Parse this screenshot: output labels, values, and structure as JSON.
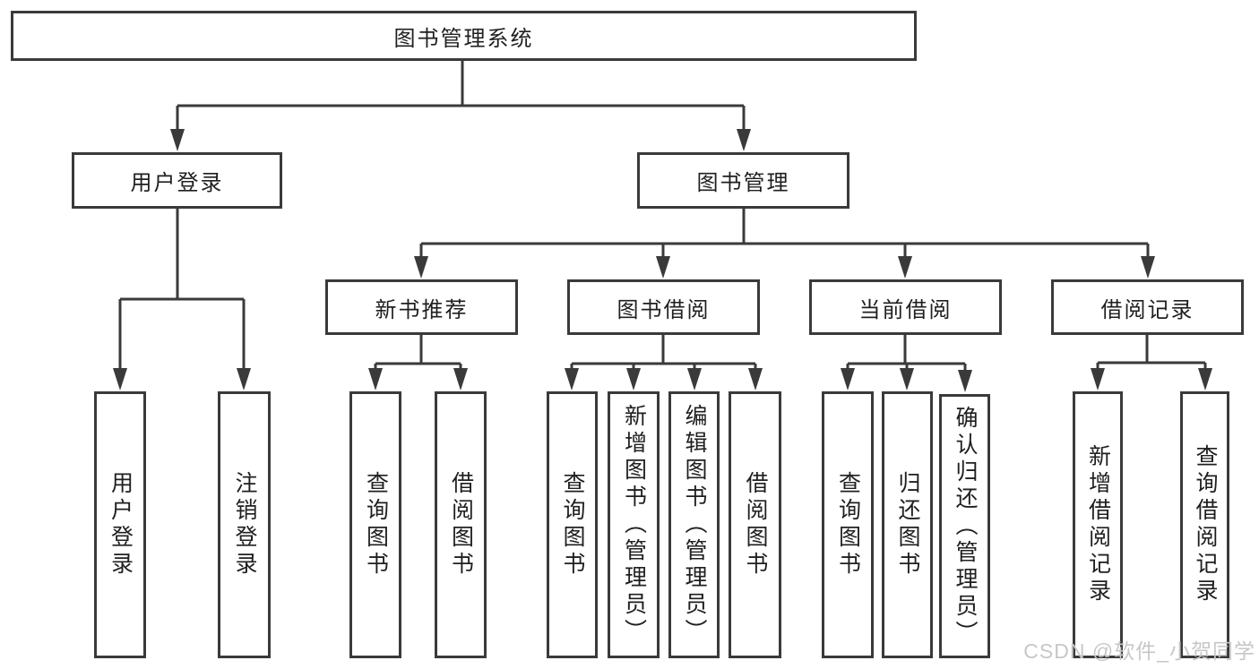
{
  "diagram": {
    "root": {
      "label": "图书管理系统"
    },
    "branches": [
      {
        "label": "用户登录",
        "children": [
          {
            "label": "用户登录"
          },
          {
            "label": "注销登录"
          }
        ]
      },
      {
        "label": "图书管理",
        "children": [
          {
            "label": "新书推荐",
            "children": [
              {
                "label": "查询图书"
              },
              {
                "label": "借阅图书"
              }
            ]
          },
          {
            "label": "图书借阅",
            "children": [
              {
                "label": "查询图书"
              },
              {
                "label": "新增图书（管理员）"
              },
              {
                "label": "编辑图书（管理员）"
              },
              {
                "label": "借阅图书"
              }
            ]
          },
          {
            "label": "当前借阅",
            "children": [
              {
                "label": "查询图书"
              },
              {
                "label": "归还图书"
              },
              {
                "label": "确认归还（管理员）"
              }
            ]
          },
          {
            "label": "借阅记录",
            "children": [
              {
                "label": "新增借阅记录"
              },
              {
                "label": "查询借阅记录"
              }
            ]
          }
        ]
      }
    ]
  },
  "watermark": {
    "text": "CSDN @软件_小贺同学"
  },
  "colors": {
    "line": "#3a3a3a",
    "box_border": "#3a3a3a",
    "box_fill": "#ffffff",
    "text": "#1f1f1f",
    "watermark": "#c8c6c9"
  }
}
